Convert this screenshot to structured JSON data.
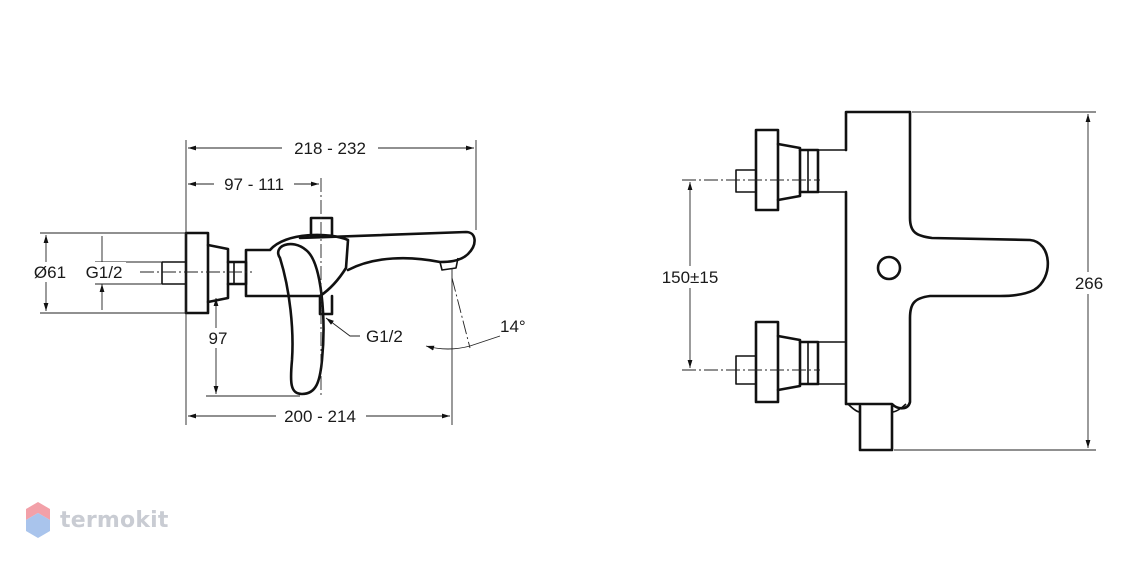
{
  "side_view": {
    "dim_total_length": "218 - 232",
    "dim_wall_to_axis": "97 - 111",
    "dim_diameter": "Ø61",
    "dim_inlet_thread": "G1/2",
    "dim_height_to_handle": "97",
    "dim_outlet_thread": "G1/2",
    "dim_spout_angle": "14°",
    "dim_spout_reach": "200 - 214"
  },
  "front_view": {
    "dim_inlet_spacing": "150±15",
    "dim_total_height": "266"
  },
  "watermark": {
    "brand": "termokit",
    "colors": {
      "text": "#c9ccd3",
      "mark_top": "#f2a0a8",
      "mark_bottom": "#a9c4ec"
    },
    "icon": "hexagon-logo-icon"
  }
}
